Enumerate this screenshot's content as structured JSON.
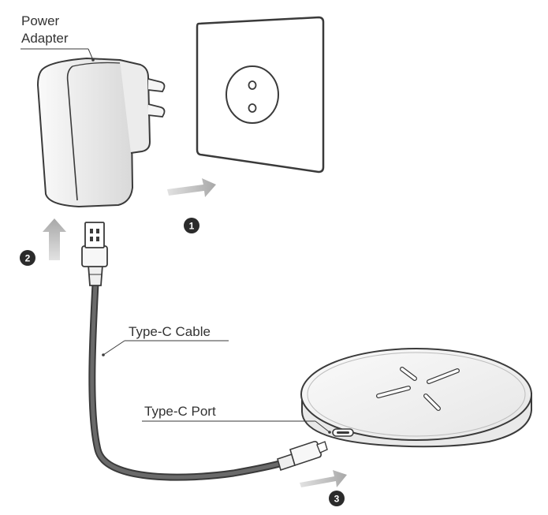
{
  "labels": {
    "power_adapter_line1": "Power",
    "power_adapter_line2": "Adapter",
    "type_c_cable": "Type-C Cable",
    "type_c_port": "Type-C Port"
  },
  "steps": [
    "1",
    "2",
    "3"
  ],
  "colors": {
    "outline": "#3a3a3a",
    "cable": "#555555",
    "arrow": "#b5b5b5",
    "step_badge": "#2b2b2b",
    "text": "#333333"
  }
}
